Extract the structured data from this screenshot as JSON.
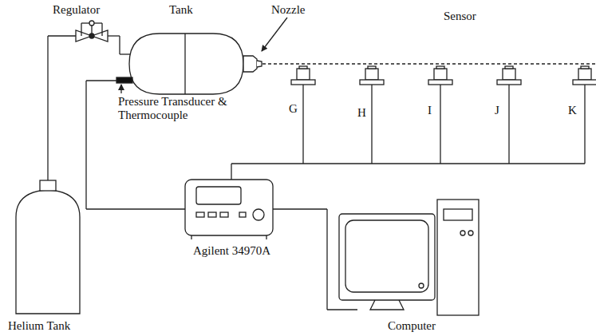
{
  "diagram": {
    "labels": [
      "Regulator",
      "Tank",
      "Nozzle",
      "Sensor",
      "Pressure Transducer & Thermocouple",
      "G",
      "H",
      "I",
      "J",
      "K",
      "Agilent 34970A",
      "Helium Tank",
      "Computer"
    ]
  }
}
